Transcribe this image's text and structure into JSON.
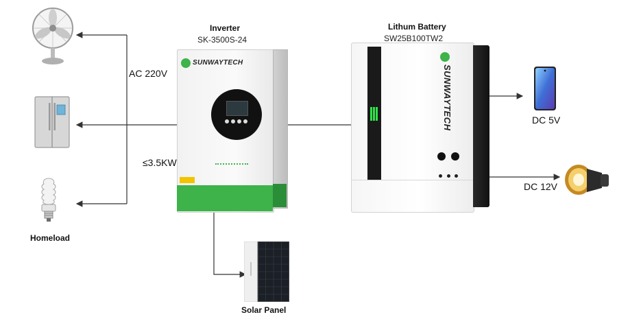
{
  "labels": {
    "inverter_title": "Inverter",
    "inverter_model": "SK-3500S-24",
    "battery_title": "Lithum Battery",
    "battery_model": "SW25B100TW2",
    "ac_voltage": "AC 220V",
    "power_rating": "≤3.5KW",
    "homeload": "Homeload",
    "solar_panel": "Solar Panel",
    "dc_5v": "DC 5V",
    "dc_12v": "DC 12V"
  },
  "brand": {
    "name_inverter": "SUNWAYTECH",
    "name_battery": "SUNWAYTECH"
  },
  "colors": {
    "green": "#3db34a",
    "dark_band": "#1a1a1a",
    "display_green": "#2fe24a",
    "line": "#333333"
  }
}
